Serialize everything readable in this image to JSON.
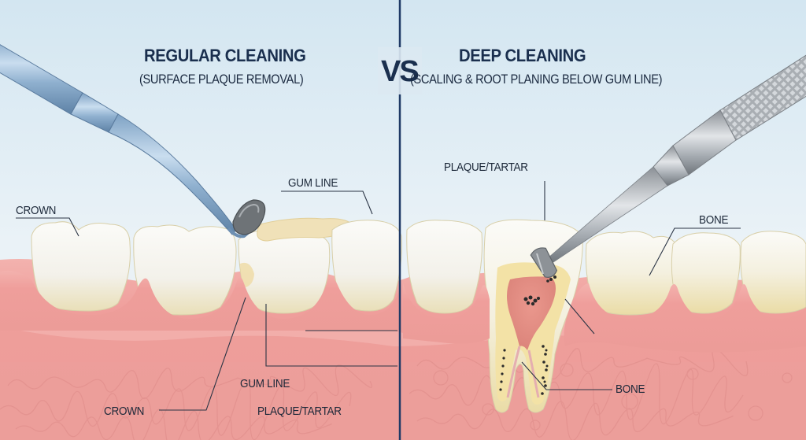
{
  "left_panel": {
    "title": "REGULAR CLEANING",
    "subtitle": "(SURFACE PLAQUE REMOVAL)",
    "labels": {
      "crown_top": "CROWN",
      "gum_line_top": "GUM LINE",
      "gum_line_bottom": "GUM LINE",
      "crown_bottom": "CROWN",
      "plaque_tartar_bottom": "PLAQUE/TARTAR"
    },
    "instrument": "polishing-scaler-instrument"
  },
  "divider": {
    "text": "VS"
  },
  "right_panel": {
    "title": "DEEP CLEANING",
    "subtitle": "(SCALING & ROOT PLANING BELOW GUM LINE)",
    "labels": {
      "plaque_tartar_top": "PLAQUE/TARTAR",
      "bone_top": "BONE",
      "bone_bottom": "BONE"
    },
    "instrument": "knurled-scaler-instrument"
  },
  "colors": {
    "background_top": "#dcebf4",
    "background_bottom": "#eef4f8",
    "divider_line": "#1f3a66",
    "gum": "#f0a3a0",
    "gum_dark": "#e58c8a",
    "bone_texture": "#eb9f9c",
    "tooth": "#f7f5ee",
    "tooth_shadow": "#e6dfc4",
    "plaque": "#efe0b4",
    "title_text": "#1a2f4e",
    "label_text": "#1b2738"
  }
}
